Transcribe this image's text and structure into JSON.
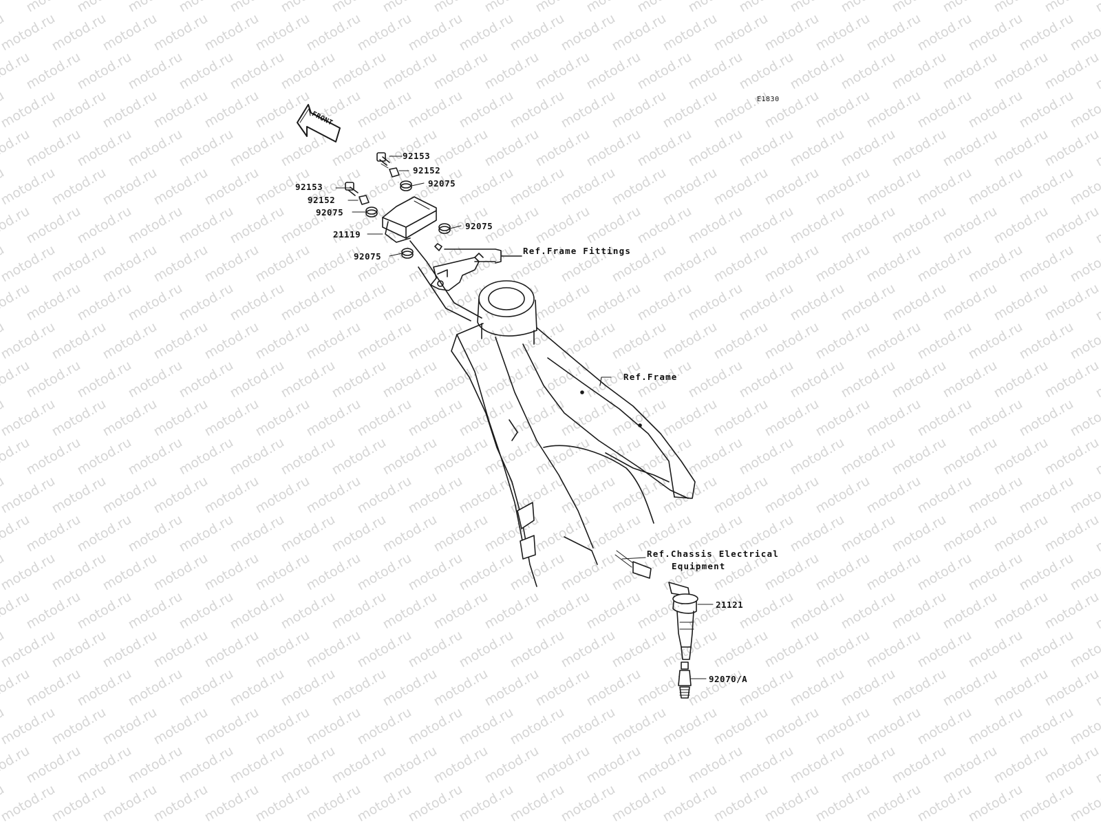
{
  "diagram": {
    "code": "E1830",
    "front_arrow": "FRONT",
    "watermark_text": "motod.ru",
    "parts": {
      "bolt_upper": "92153",
      "collar_upper": "92152",
      "grommet_upper_right": "92075",
      "bolt_left": "92153",
      "collar_left": "92152",
      "grommet_left": "92075",
      "igniter": "21119",
      "grommet_mid_right": "92075",
      "grommet_lower": "92075",
      "ignition_coil": "21121",
      "spark_plug": "92070/A"
    },
    "references": {
      "frame_fittings": "Ref.Frame Fittings",
      "frame": "Ref.Frame",
      "chassis_electrical_line1": "Ref.Chassis Electrical",
      "chassis_electrical_line2": "Equipment"
    }
  }
}
